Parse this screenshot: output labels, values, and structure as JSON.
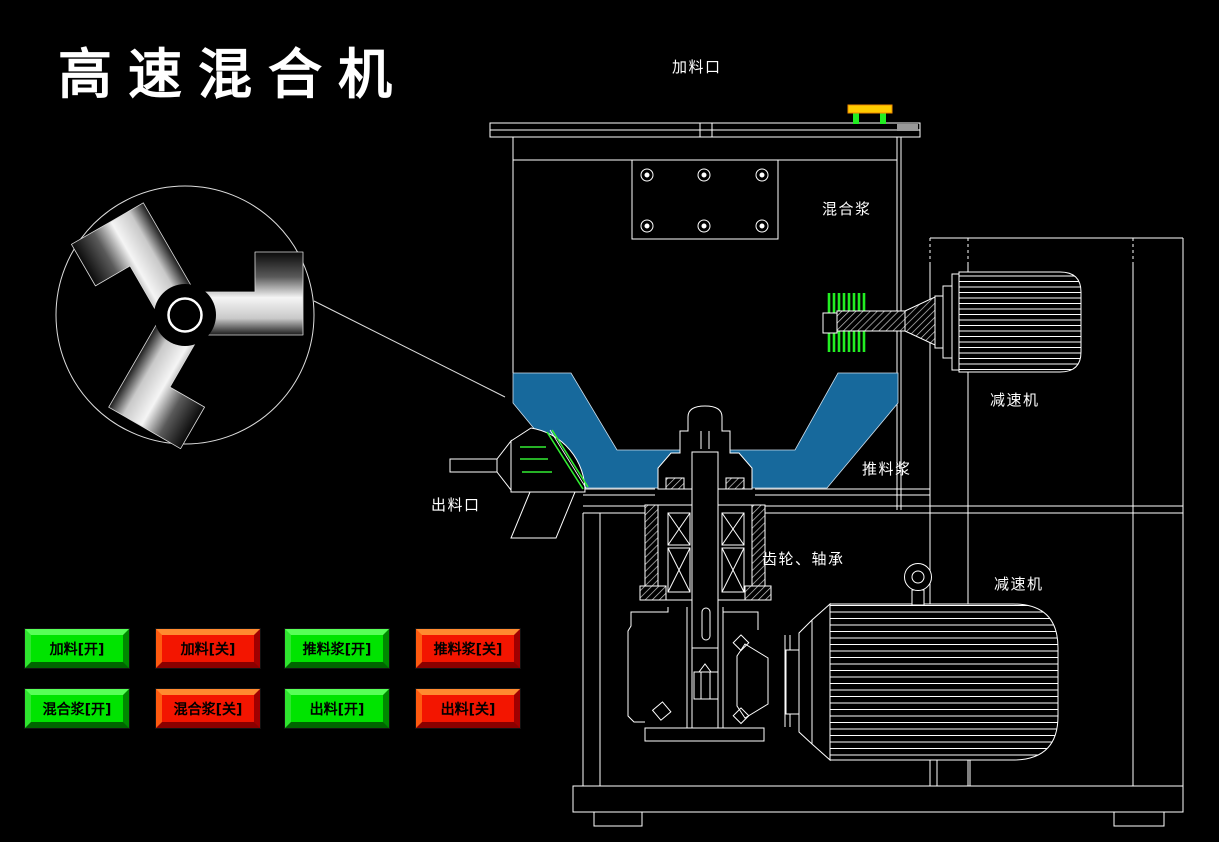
{
  "title": "高速混合机",
  "diagram": {
    "labels": {
      "feed_port": "加料口",
      "mixing_paddle": "混合浆",
      "reducer_top": "减速机",
      "pushing_paddle": "推料浆",
      "discharge_port": "出料口",
      "gear_bearing": "齿轮、轴承",
      "reducer_bottom": "减速机"
    },
    "colors": {
      "line_white": "#FFFFFF",
      "hopper_blue": "#17699C",
      "accent_green": "#00EE00",
      "handle_yellow": "#FFCC00",
      "button_green": "#00E400",
      "button_red": "#F31500"
    }
  },
  "buttons": [
    {
      "label": "加料[开]",
      "state": "on"
    },
    {
      "label": "加料[关]",
      "state": "off"
    },
    {
      "label": "推料浆[开]",
      "state": "on"
    },
    {
      "label": "推料浆[关]",
      "state": "off"
    },
    {
      "label": "混合浆[开]",
      "state": "on"
    },
    {
      "label": "混合浆[关]",
      "state": "off"
    },
    {
      "label": "出料[开]",
      "state": "on"
    },
    {
      "label": "出料[关]",
      "state": "off"
    }
  ]
}
